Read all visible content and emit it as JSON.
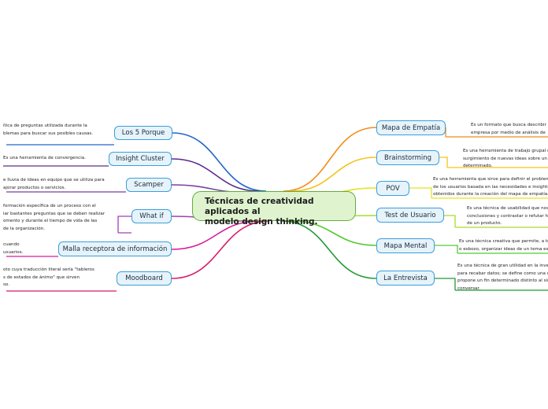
{
  "central_topic": [
    "Técnicas de creatividad aplicados al",
    "modelo design thinking."
  ],
  "left_topics": [
    {
      "label": "Los 5 Porque",
      "color": "#2266cc",
      "desc": [
        "ítica de preguntas utilizada durante la",
        "blemas para buscar sus posibles causas."
      ]
    },
    {
      "label": "Insight Cluster",
      "color": "#5a2d8c",
      "desc": [
        "Es una herramienta de convergencia."
      ]
    },
    {
      "label": "Scamper",
      "color": "#7b3fa2",
      "desc": [
        "e lluvia de ideas en equipo que se utiliza para",
        "ajorar productos o servicios."
      ]
    },
    {
      "label": "What if",
      "color": "#a43fb8",
      "desc": [
        "formación específica de un proceso con el",
        "iar bastantes preguntas que se deben realizar",
        "omento y durante el tiempo de vida de las",
        "de la organización."
      ]
    },
    {
      "label": "Malla receptora de información",
      "color": "#d41f9a",
      "desc": [
        "cuando",
        "usuarios."
      ]
    },
    {
      "label": "Moodboard",
      "color": "#d81b6a",
      "desc": [
        "oto cuya traducción literal sería \"tableros",
        "s de estados de ánimo\" que sirven",
        "so."
      ]
    }
  ],
  "right_topics": [
    {
      "label": "Mapa de Empatía",
      "color": "#f28c1a",
      "desc": [
        "Es un formato que busca describir",
        "empresa por medio de análisis de"
      ]
    },
    {
      "label": "Brainstorming",
      "color": "#f5c31b",
      "desc": [
        "Es una herramienta de trabajo grupal q",
        "surgimiento de nuevas ideas sobre un",
        "determinado."
      ]
    },
    {
      "label": "POV",
      "color": "#e3e31e",
      "desc": [
        "Es una herramienta que sirve para definir el problem",
        "de los usuarios basada en las necesidades e insights",
        "obtenidos durante la creación del mapa de empatía."
      ]
    },
    {
      "label": "Test de Usuario",
      "color": "#a6dc2a",
      "desc": [
        "Es una técnica de usabilidad que nos",
        "conclusiones y contrastar o refutar hi",
        "de un producto."
      ]
    },
    {
      "label": "Mapa Mental",
      "color": "#57c734",
      "desc": [
        "Es una técnica creativa que permite, a tr",
        "o esbozo, organizar ideas de un tema es"
      ]
    },
    {
      "label": "La Entrevista",
      "color": "#229933",
      "desc": [
        "Es una técnica de gran utilidad en la inves",
        "para recabar datos; se define como una c",
        "propone un fin determinado distinto al sin",
        "conversar."
      ]
    }
  ]
}
